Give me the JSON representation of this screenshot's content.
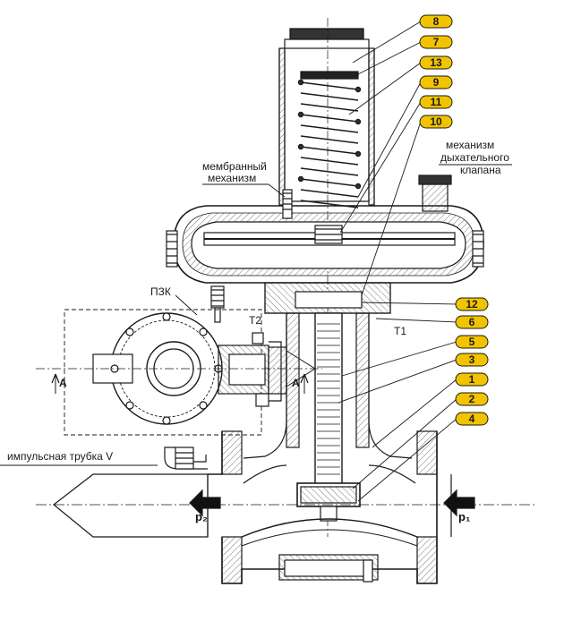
{
  "labels": {
    "membrane": [
      "мембранный",
      "механизм"
    ],
    "breathing_valve": [
      "механизм",
      "дыхательного",
      "клапана"
    ],
    "pzk": "ПЗК",
    "t1": "Т1",
    "t2": "Т2",
    "impulse_tube": "импульсная трубка V",
    "section_a_left": "А",
    "section_a_right": "А",
    "p1": "p₁",
    "p2": "p₂"
  },
  "callouts": [
    "8",
    "7",
    "13",
    "9",
    "11",
    "10",
    "12",
    "6",
    "5",
    "3",
    "1",
    "2",
    "4"
  ],
  "colors": {
    "callout_fill": "#f2c300",
    "line": "#1a1a1a",
    "hatch": "#444444"
  }
}
